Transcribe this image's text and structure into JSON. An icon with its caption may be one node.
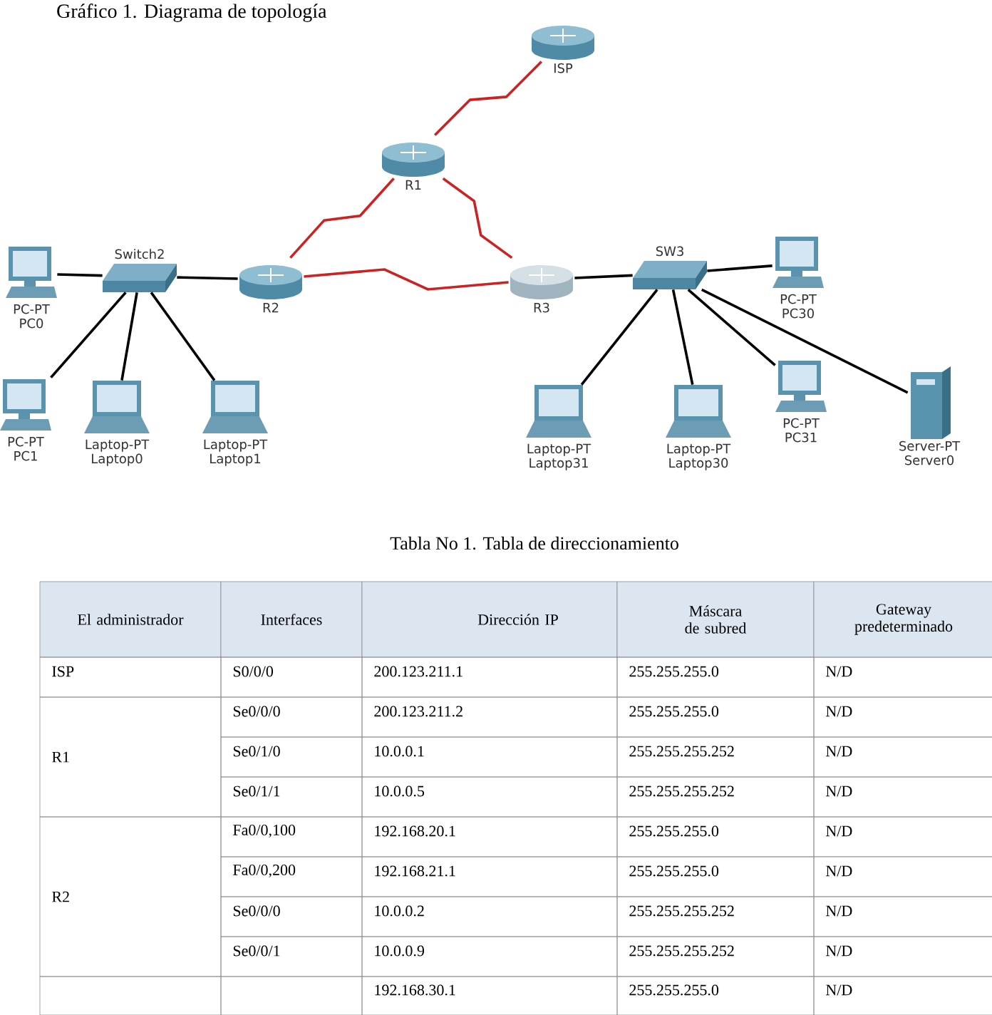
{
  "diagram": {
    "title": "Gráfico 1. Diagrama de topología",
    "nodes": [
      {
        "text": [
          "ISP"
        ]
      },
      {
        "text": [
          "R1"
        ]
      },
      {
        "text": [
          "R2"
        ]
      },
      {
        "text": [
          "R3"
        ]
      },
      {
        "text": [
          "Switch2"
        ]
      },
      {
        "text": [
          "SW3"
        ]
      },
      {
        "text": [
          "PC-PT",
          "PC0"
        ]
      },
      {
        "text": [
          "PC-PT",
          "PC1"
        ]
      },
      {
        "text": [
          "Laptop-PT",
          "Laptop0"
        ]
      },
      {
        "text": [
          "Laptop-PT",
          "Laptop1"
        ]
      },
      {
        "text": [
          "Laptop-PT",
          "Laptop31"
        ]
      },
      {
        "text": [
          "Laptop-PT",
          "Laptop30"
        ]
      },
      {
        "text": [
          "PC-PT",
          "PC30"
        ]
      },
      {
        "text": [
          "PC-PT",
          "PC31"
        ]
      },
      {
        "text": [
          "Server-PT",
          "Server0"
        ]
      }
    ],
    "edges": [
      {
        "from": 1,
        "to": 0,
        "arrow": "none",
        "color": "#cc2222"
      },
      {
        "from": 1,
        "to": 2,
        "arrow": "none",
        "color": "#cc2222"
      },
      {
        "from": 1,
        "to": 3,
        "arrow": "none",
        "color": "#cc2222"
      },
      {
        "from": 2,
        "to": 3,
        "arrow": "none",
        "color": "#cc2222"
      },
      {
        "from": 6,
        "to": 4,
        "arrow": "none"
      },
      {
        "from": 4,
        "to": 2,
        "arrow": "none"
      },
      {
        "from": 4,
        "to": 7,
        "arrow": "none"
      },
      {
        "from": 4,
        "to": 8,
        "arrow": "none"
      },
      {
        "from": 4,
        "to": 9,
        "arrow": "none"
      },
      {
        "from": 3,
        "to": 5,
        "arrow": "none"
      },
      {
        "from": 5,
        "to": 12,
        "arrow": "none"
      },
      {
        "from": 5,
        "to": 10,
        "arrow": "none"
      },
      {
        "from": 5,
        "to": 11,
        "arrow": "none"
      },
      {
        "from": 5,
        "to": 13,
        "arrow": "none"
      },
      {
        "from": 5,
        "to": 14,
        "arrow": "none"
      }
    ],
    "labels": [
      "Tabla No 1. Tabla de direccionamiento",
      "El administrador",
      "Interfaces",
      "Dirección IP",
      "Máscara de subred",
      "Gateway predeterminado",
      "ISP",
      "S0/0/0",
      "200.123.211.1",
      "255.255.255.0",
      "N/D",
      "R1",
      "Se0/0/0",
      "200.123.211.2",
      "255.255.255.0",
      "N/D",
      "Se0/1/0",
      "10.0.0.1",
      "255.255.255.252",
      "N/D",
      "Se0/1/1",
      "10.0.0.5",
      "255.255.255.252",
      "N/D",
      "R2",
      "Fa0/0,100",
      "192.168.20.1",
      "255.255.255.0",
      "N/D",
      "Fa0/0,200",
      "192.168.21.1",
      "255.255.255.0",
      "N/D",
      "Se0/0/0",
      "10.0.0.2",
      "255.255.255.252",
      "N/D",
      "Se0/0/1",
      "10.0.0.9",
      "255.255.255.252",
      "N/D",
      "192.168.30.1",
      "255.255.255.0",
      "N/D"
    ]
  }
}
